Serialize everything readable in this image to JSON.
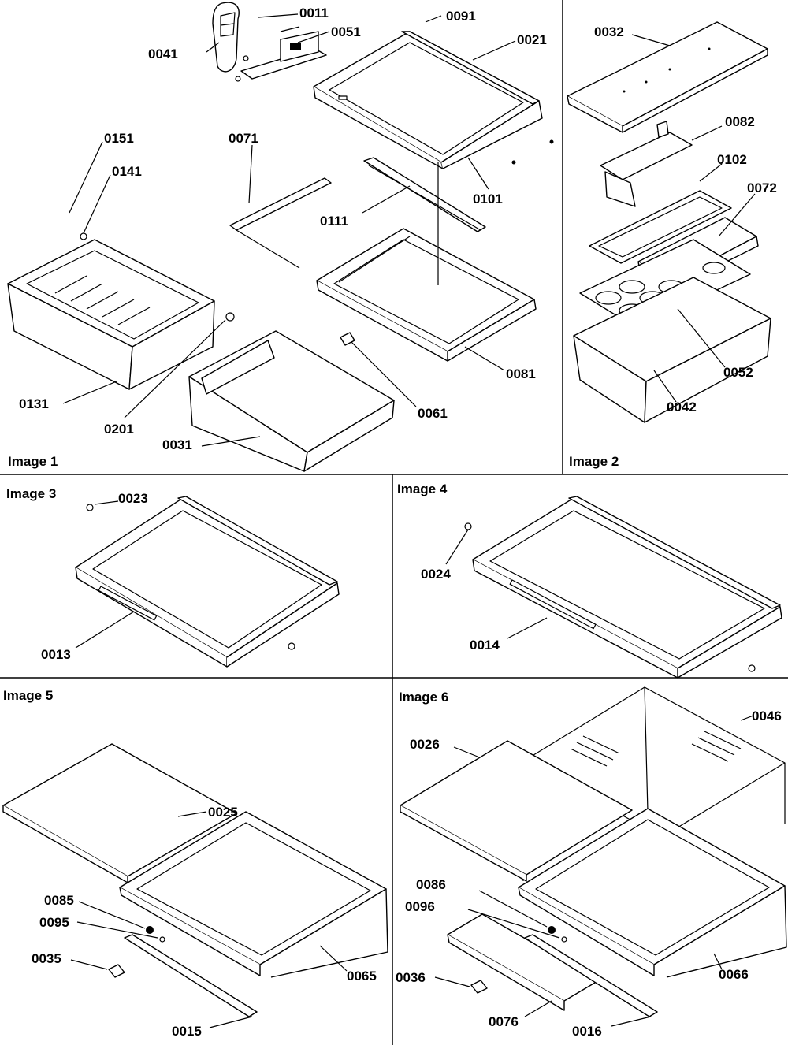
{
  "panels": [
    {
      "title": "Image 1"
    },
    {
      "title": "Image 2"
    },
    {
      "title": "Image 3"
    },
    {
      "title": "Image 4"
    },
    {
      "title": "Image 5"
    },
    {
      "title": "Image 6"
    }
  ],
  "callouts": {
    "p1": [
      "0011",
      "0051",
      "0041",
      "0091",
      "0021",
      "0151",
      "0141",
      "0071",
      "0111",
      "0101",
      "0131",
      "0201",
      "0031",
      "0061",
      "0081"
    ],
    "p2": [
      "0032",
      "0082",
      "0102",
      "0072",
      "0052",
      "0042"
    ],
    "p3": [
      "0023",
      "0013"
    ],
    "p4": [
      "0024",
      "0014"
    ],
    "p5": [
      "0025",
      "0085",
      "0095",
      "0035",
      "0065",
      "0015"
    ],
    "p6": [
      "0026",
      "0046",
      "0086",
      "0096",
      "0036",
      "0066",
      "0076",
      "0016"
    ]
  }
}
